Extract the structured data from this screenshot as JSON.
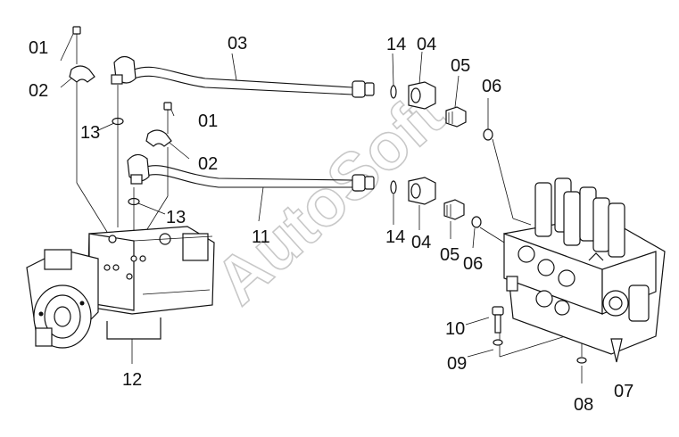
{
  "watermark": "AutoSoft",
  "callouts": [
    {
      "id": "c01a",
      "text": "01"
    },
    {
      "id": "c02a",
      "text": "02"
    },
    {
      "id": "c03",
      "text": "03"
    },
    {
      "id": "c13a",
      "text": "13"
    },
    {
      "id": "c01b",
      "text": "01"
    },
    {
      "id": "c02b",
      "text": "02"
    },
    {
      "id": "c13b",
      "text": "13"
    },
    {
      "id": "c14a",
      "text": "14"
    },
    {
      "id": "c04a",
      "text": "04"
    },
    {
      "id": "c05a",
      "text": "05"
    },
    {
      "id": "c06a",
      "text": "06"
    },
    {
      "id": "c11",
      "text": "11"
    },
    {
      "id": "c14b",
      "text": "14"
    },
    {
      "id": "c04b",
      "text": "04"
    },
    {
      "id": "c05b",
      "text": "05"
    },
    {
      "id": "c06b",
      "text": "06"
    },
    {
      "id": "c10",
      "text": "10"
    },
    {
      "id": "c09",
      "text": "09"
    },
    {
      "id": "c08",
      "text": "08"
    },
    {
      "id": "c07",
      "text": "07"
    },
    {
      "id": "c12",
      "text": "12"
    }
  ],
  "parts": {
    "pump": "pump-assembly",
    "valve": "control-valve",
    "hose_upper": "hose-03",
    "hose_lower": "hose-11"
  }
}
